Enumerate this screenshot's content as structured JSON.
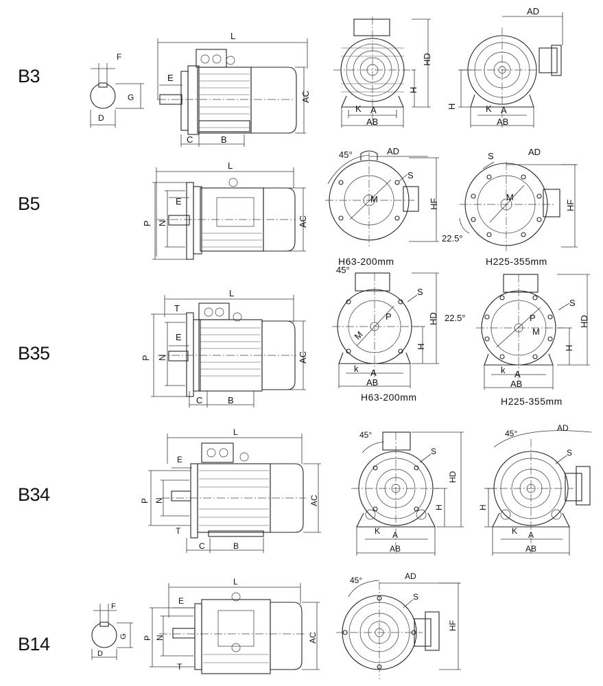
{
  "rows": [
    {
      "id": "b3",
      "label": "B3"
    },
    {
      "id": "b5",
      "label": "B5"
    },
    {
      "id": "b35",
      "label": "B35"
    },
    {
      "id": "b34",
      "label": "B34"
    },
    {
      "id": "b14",
      "label": "B14"
    }
  ],
  "captions": {
    "b5_left": "H63-200mm",
    "b5_right": "H225-355mm",
    "b35_left": "H63-200mm",
    "b35_right": "H225-355mm"
  },
  "dims": {
    "L": "L",
    "AC": "AC",
    "AD": "AD",
    "HD": "HD",
    "HF": "HF",
    "H": "H",
    "A": "A",
    "AB": "AB",
    "K": "K",
    "k": "k",
    "C": "C",
    "B": "B",
    "E": "E",
    "P": "P",
    "N": "N",
    "T": "T",
    "S": "S",
    "M": "M",
    "F": "F",
    "G": "G",
    "D": "D",
    "deg45": "45°",
    "deg22": "22.5°"
  }
}
